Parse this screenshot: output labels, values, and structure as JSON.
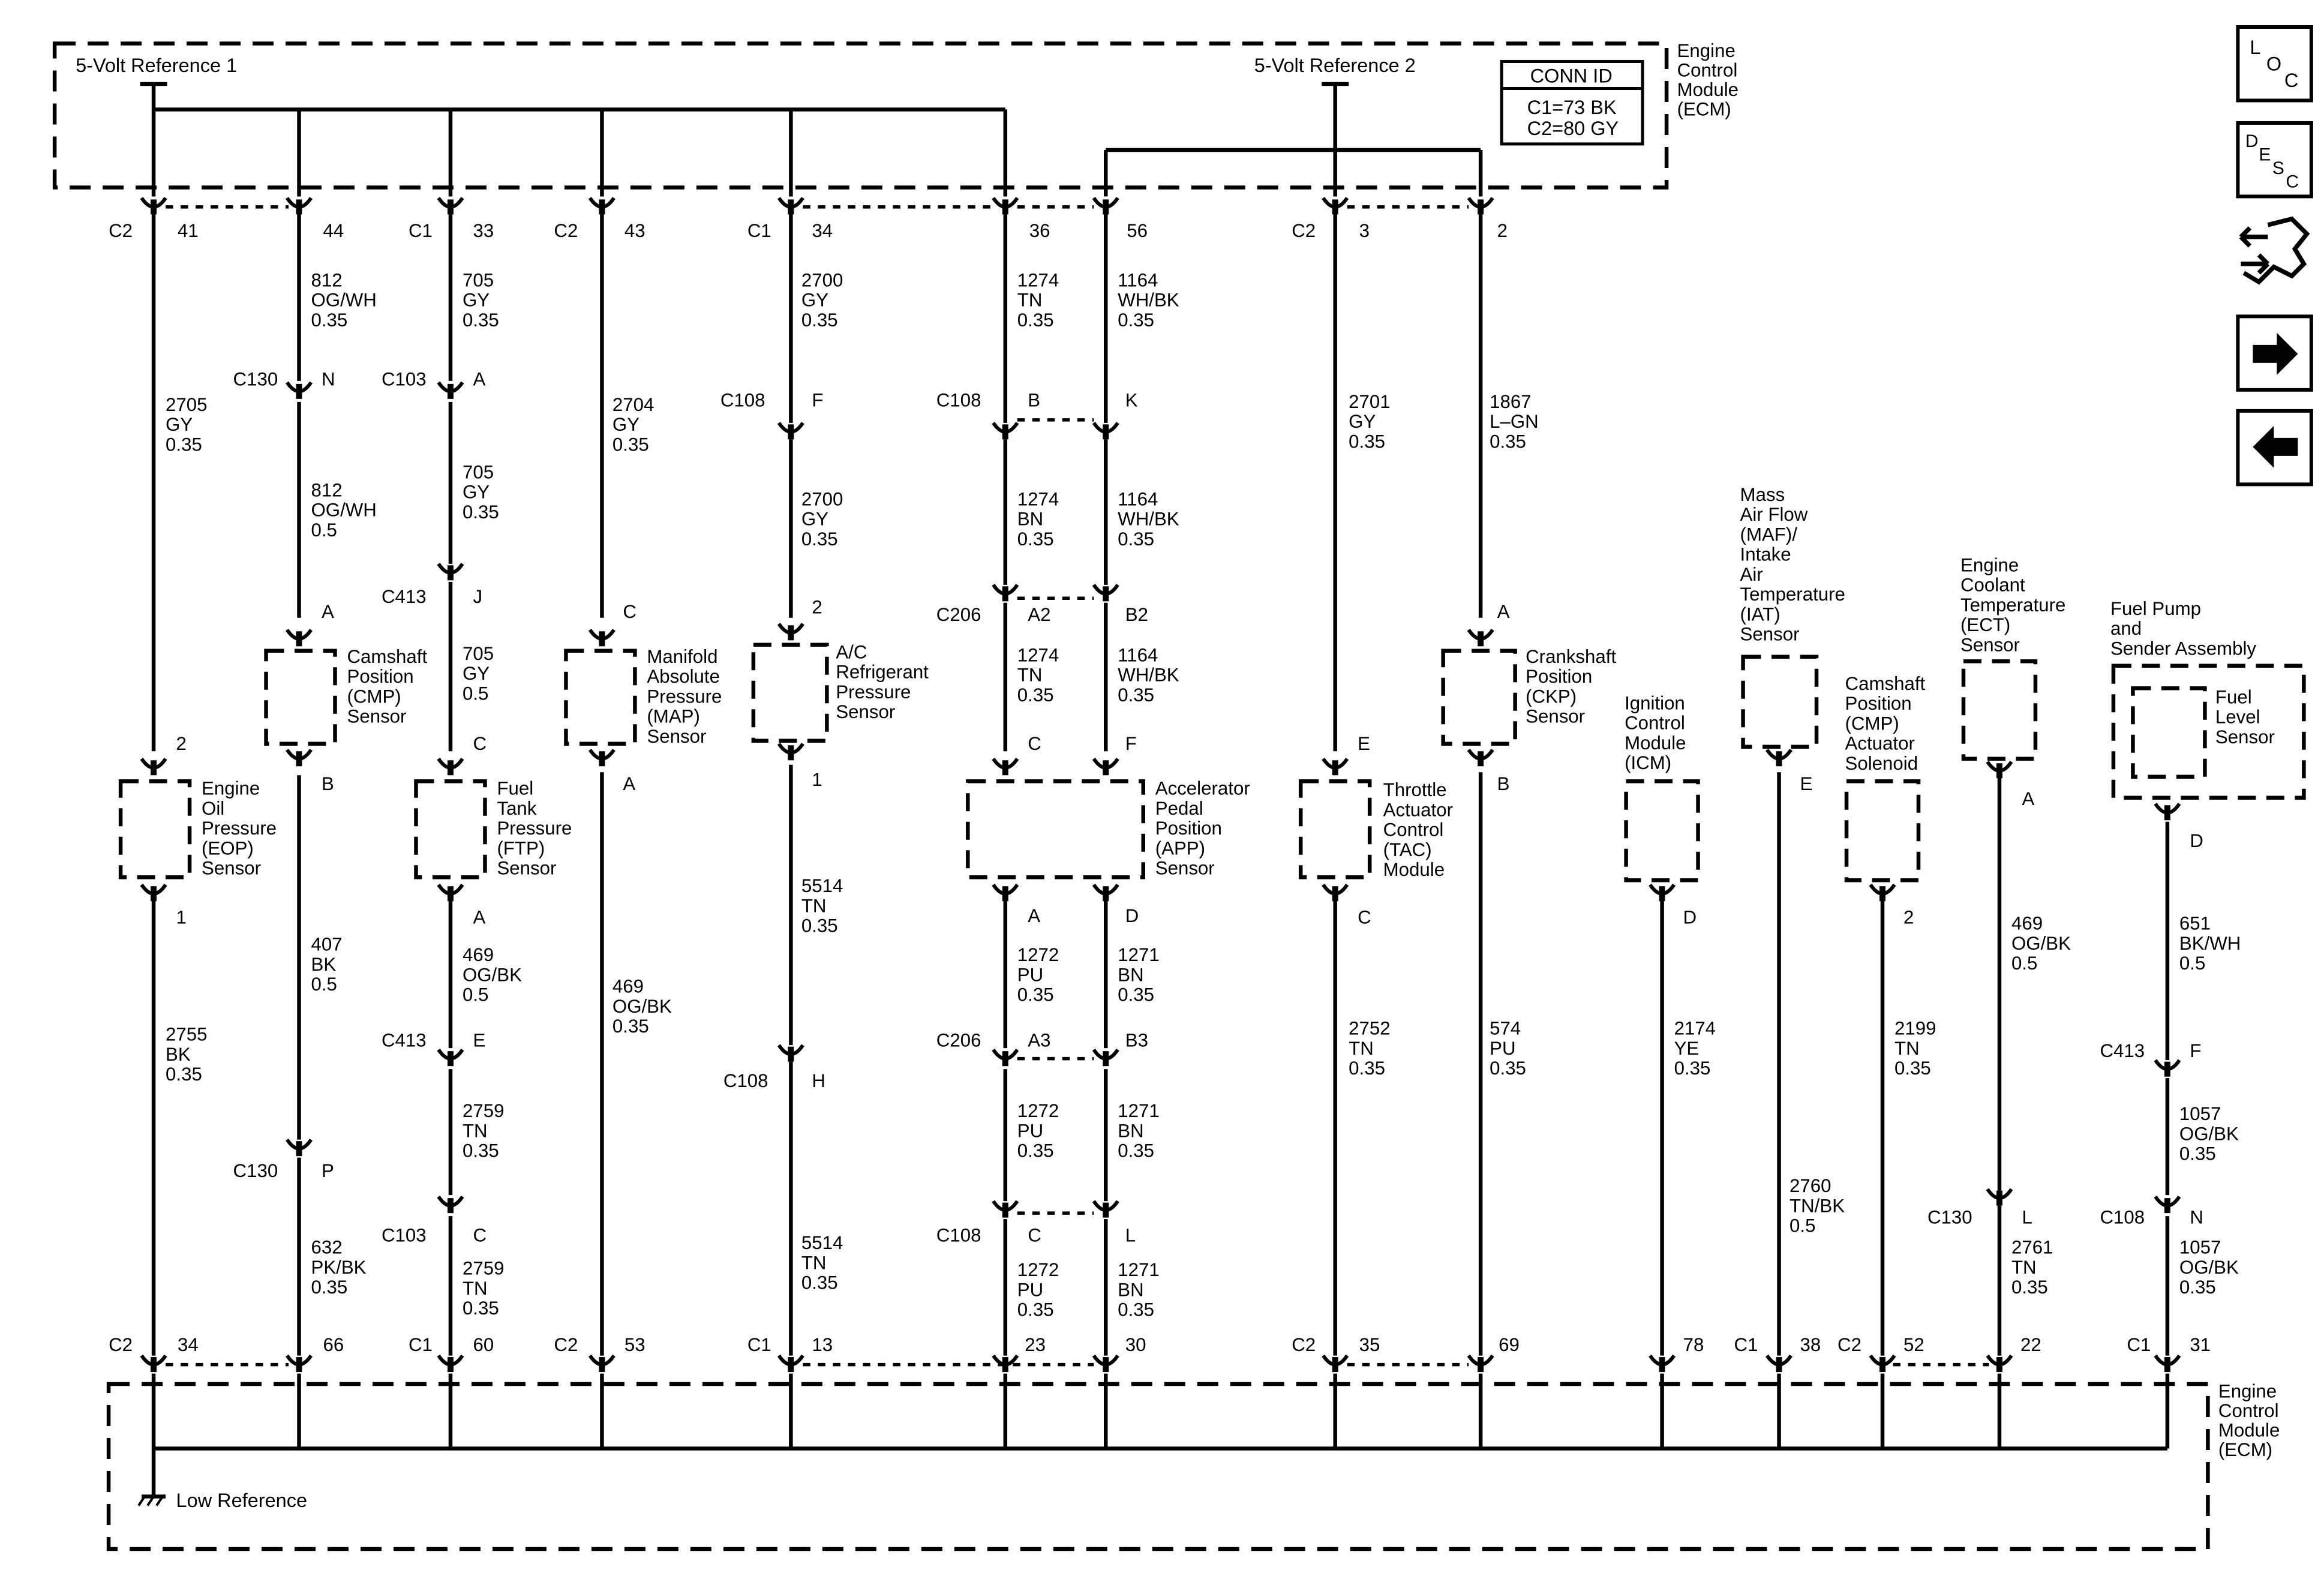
{
  "top_refs": {
    "ref1": "5-Volt Reference 1",
    "ref2": "5-Volt Reference 2"
  },
  "ecm_label": [
    "Engine",
    "Control",
    "Module",
    "(ECM)"
  ],
  "conn_id": {
    "title": "CONN ID",
    "c1": "C1=73 BK",
    "c2": "C2=80 GY"
  },
  "low_ref": "Low Reference",
  "nav_icons": [
    {
      "name": "loc-icon",
      "letters": [
        "L",
        "O",
        "C"
      ]
    },
    {
      "name": "desc-icon",
      "letters": [
        "D",
        "E",
        "S",
        "C"
      ]
    },
    {
      "name": "repair-icon"
    },
    {
      "name": "next-arrow-icon"
    },
    {
      "name": "previous-arrow-icon"
    }
  ],
  "components": [
    {
      "id": "eop",
      "lines": [
        "Engine",
        "Oil",
        "Pressure",
        "(EOP)",
        "Sensor"
      ]
    },
    {
      "id": "cmp",
      "lines": [
        "Camshaft",
        "Position",
        "(CMP)",
        "Sensor"
      ]
    },
    {
      "id": "ftp",
      "lines": [
        "Fuel",
        "Tank",
        "Pressure",
        "(FTP)",
        "Sensor"
      ]
    },
    {
      "id": "map",
      "lines": [
        "Manifold",
        "Absolute",
        "Pressure",
        "(MAP)",
        "Sensor"
      ]
    },
    {
      "id": "ac",
      "lines": [
        "A/C",
        "Refrigerant",
        "Pressure",
        "Sensor"
      ]
    },
    {
      "id": "app",
      "lines": [
        "Accelerator",
        "Pedal",
        "Position",
        "(APP)",
        "Sensor"
      ]
    },
    {
      "id": "tac",
      "lines": [
        "Throttle",
        "Actuator",
        "Control",
        "(TAC)",
        "Module"
      ]
    },
    {
      "id": "ckp",
      "lines": [
        "Crankshaft",
        "Position",
        "(CKP)",
        "Sensor"
      ]
    },
    {
      "id": "icm",
      "lines": [
        "Ignition",
        "Control",
        "Module",
        "(ICM)"
      ]
    },
    {
      "id": "maf",
      "lines": [
        "Mass",
        "Air Flow",
        "(MAF)/",
        "Intake",
        "Air",
        "Temperature",
        "(IAT)",
        "Sensor"
      ]
    },
    {
      "id": "cmpa",
      "lines": [
        "Camshaft",
        "Position",
        "(CMP)",
        "Actuator",
        "Solenoid"
      ]
    },
    {
      "id": "ect",
      "lines": [
        "Engine",
        "Coolant",
        "Temperature",
        "(ECT)",
        "Sensor"
      ]
    },
    {
      "id": "fuel",
      "lines": [
        "Fuel Pump",
        "and",
        "Sender Assembly"
      ]
    },
    {
      "id": "fls",
      "lines": [
        "Fuel",
        "Level",
        "Sensor"
      ]
    }
  ],
  "wire_labels": [
    {
      "id": "w1",
      "lines": [
        "2705",
        "GY",
        "0.35"
      ]
    },
    {
      "id": "w2",
      "lines": [
        "2755",
        "BK",
        "0.35"
      ]
    },
    {
      "id": "w3",
      "lines": [
        "812",
        "OG/WH",
        "0.35"
      ]
    },
    {
      "id": "w4",
      "lines": [
        "812",
        "OG/WH",
        "0.5"
      ]
    },
    {
      "id": "w5",
      "lines": [
        "407",
        "BK",
        "0.5"
      ]
    },
    {
      "id": "w6",
      "lines": [
        "632",
        "PK/BK",
        "0.35"
      ]
    },
    {
      "id": "w7",
      "lines": [
        "705",
        "GY",
        "0.35"
      ]
    },
    {
      "id": "w8",
      "lines": [
        "705",
        "GY",
        "0.35"
      ]
    },
    {
      "id": "w9",
      "lines": [
        "705",
        "GY",
        "0.5"
      ]
    },
    {
      "id": "w10",
      "lines": [
        "469",
        "OG/BK",
        "0.5"
      ]
    },
    {
      "id": "w11",
      "lines": [
        "2759",
        "TN",
        "0.35"
      ]
    },
    {
      "id": "w12",
      "lines": [
        "2759",
        "TN",
        "0.35"
      ]
    },
    {
      "id": "w13",
      "lines": [
        "2704",
        "GY",
        "0.35"
      ]
    },
    {
      "id": "w14",
      "lines": [
        "469",
        "OG/BK",
        "0.35"
      ]
    },
    {
      "id": "w15",
      "lines": [
        "2700",
        "GY",
        "0.35"
      ]
    },
    {
      "id": "w16",
      "lines": [
        "2700",
        "GY",
        "0.35"
      ]
    },
    {
      "id": "w17",
      "lines": [
        "5514",
        "TN",
        "0.35"
      ]
    },
    {
      "id": "w18",
      "lines": [
        "5514",
        "TN",
        "0.35"
      ]
    },
    {
      "id": "w19",
      "lines": [
        "1274",
        "TN",
        "0.35"
      ]
    },
    {
      "id": "w20",
      "lines": [
        "1274",
        "BN",
        "0.35"
      ]
    },
    {
      "id": "w21",
      "lines": [
        "1274",
        "TN",
        "0.35"
      ]
    },
    {
      "id": "w22",
      "lines": [
        "1272",
        "PU",
        "0.35"
      ]
    },
    {
      "id": "w23",
      "lines": [
        "1272",
        "PU",
        "0.35"
      ]
    },
    {
      "id": "w24",
      "lines": [
        "1272",
        "PU",
        "0.35"
      ]
    },
    {
      "id": "w25",
      "lines": [
        "1164",
        "WH/BK",
        "0.35"
      ]
    },
    {
      "id": "w26",
      "lines": [
        "1164",
        "WH/BK",
        "0.35"
      ]
    },
    {
      "id": "w27",
      "lines": [
        "1164",
        "WH/BK",
        "0.35"
      ]
    },
    {
      "id": "w28",
      "lines": [
        "1271",
        "BN",
        "0.35"
      ]
    },
    {
      "id": "w29",
      "lines": [
        "1271",
        "BN",
        "0.35"
      ]
    },
    {
      "id": "w30",
      "lines": [
        "1271",
        "BN",
        "0.35"
      ]
    },
    {
      "id": "w31",
      "lines": [
        "2701",
        "GY",
        "0.35"
      ]
    },
    {
      "id": "w32",
      "lines": [
        "2752",
        "TN",
        "0.35"
      ]
    },
    {
      "id": "w33",
      "lines": [
        "1867",
        "L–GN",
        "0.35"
      ]
    },
    {
      "id": "w34",
      "lines": [
        "574",
        "PU",
        "0.35"
      ]
    },
    {
      "id": "w35",
      "lines": [
        "2174",
        "YE",
        "0.35"
      ]
    },
    {
      "id": "w36",
      "lines": [
        "2760",
        "TN/BK",
        "0.5"
      ]
    },
    {
      "id": "w37",
      "lines": [
        "2199",
        "TN",
        "0.35"
      ]
    },
    {
      "id": "w38",
      "lines": [
        "469",
        "OG/BK",
        "0.5"
      ]
    },
    {
      "id": "w39",
      "lines": [
        "2761",
        "TN",
        "0.35"
      ]
    },
    {
      "id": "w40",
      "lines": [
        "651",
        "BK/WH",
        "0.5"
      ]
    },
    {
      "id": "w41",
      "lines": [
        "1057",
        "OG/BK",
        "0.35"
      ]
    },
    {
      "id": "w42",
      "lines": [
        "1057",
        "OG/BK",
        "0.35"
      ]
    }
  ],
  "labels": [
    {
      "id": "t1",
      "text": "C2"
    },
    {
      "id": "t2",
      "text": "41"
    },
    {
      "id": "t3",
      "text": "44"
    },
    {
      "id": "t4",
      "text": "C1"
    },
    {
      "id": "t5",
      "text": "33"
    },
    {
      "id": "t6",
      "text": "C2"
    },
    {
      "id": "t7",
      "text": "43"
    },
    {
      "id": "t8",
      "text": "C1"
    },
    {
      "id": "t9",
      "text": "34"
    },
    {
      "id": "t10",
      "text": "36"
    },
    {
      "id": "t11",
      "text": "56"
    },
    {
      "id": "t12",
      "text": "C2"
    },
    {
      "id": "t13",
      "text": "3"
    },
    {
      "id": "t14",
      "text": "2"
    },
    {
      "id": "t15",
      "text": "C130"
    },
    {
      "id": "t16",
      "text": "N"
    },
    {
      "id": "t17",
      "text": "C103"
    },
    {
      "id": "t18",
      "text": "A"
    },
    {
      "id": "t19",
      "text": "C108"
    },
    {
      "id": "t20",
      "text": "F"
    },
    {
      "id": "t21",
      "text": "C108"
    },
    {
      "id": "t22",
      "text": "B"
    },
    {
      "id": "t23",
      "text": "K"
    },
    {
      "id": "t24",
      "text": "C413"
    },
    {
      "id": "t25",
      "text": "J"
    },
    {
      "id": "t26",
      "text": "A"
    },
    {
      "id": "t27",
      "text": "C"
    },
    {
      "id": "t28",
      "text": "2"
    },
    {
      "id": "t29",
      "text": "C206"
    },
    {
      "id": "t30",
      "text": "A2"
    },
    {
      "id": "t31",
      "text": "B2"
    },
    {
      "id": "t32",
      "text": "A"
    },
    {
      "id": "t33",
      "text": "2"
    },
    {
      "id": "t34",
      "text": "B"
    },
    {
      "id": "t35",
      "text": "C"
    },
    {
      "id": "t36",
      "text": "A"
    },
    {
      "id": "t37",
      "text": "1"
    },
    {
      "id": "t38",
      "text": "C"
    },
    {
      "id": "t39",
      "text": "F"
    },
    {
      "id": "t40",
      "text": "E"
    },
    {
      "id": "t41",
      "text": "B"
    },
    {
      "id": "t42",
      "text": "E"
    },
    {
      "id": "t43",
      "text": "A"
    },
    {
      "id": "t44",
      "text": "1"
    },
    {
      "id": "t45",
      "text": "A"
    },
    {
      "id": "t46",
      "text": "A"
    },
    {
      "id": "t47",
      "text": "D"
    },
    {
      "id": "t48",
      "text": "C"
    },
    {
      "id": "t49",
      "text": "D"
    },
    {
      "id": "t50",
      "text": "2"
    },
    {
      "id": "t51",
      "text": "D"
    },
    {
      "id": "t52",
      "text": "C413"
    },
    {
      "id": "t53",
      "text": "E"
    },
    {
      "id": "t54",
      "text": "C206"
    },
    {
      "id": "t55",
      "text": "A3"
    },
    {
      "id": "t56",
      "text": "B3"
    },
    {
      "id": "t57",
      "text": "C413"
    },
    {
      "id": "t58",
      "text": "F"
    },
    {
      "id": "t59",
      "text": "C108"
    },
    {
      "id": "t60",
      "text": "H"
    },
    {
      "id": "t61",
      "text": "C130"
    },
    {
      "id": "t62",
      "text": "P"
    },
    {
      "id": "t63",
      "text": "C130"
    },
    {
      "id": "t64",
      "text": "L"
    },
    {
      "id": "t65",
      "text": "C103"
    },
    {
      "id": "t66",
      "text": "C"
    },
    {
      "id": "t67",
      "text": "C108"
    },
    {
      "id": "t68",
      "text": "C"
    },
    {
      "id": "t69",
      "text": "L"
    },
    {
      "id": "t70",
      "text": "C108"
    },
    {
      "id": "t71",
      "text": "N"
    },
    {
      "id": "t72",
      "text": "C2"
    },
    {
      "id": "t73",
      "text": "34"
    },
    {
      "id": "t74",
      "text": "66"
    },
    {
      "id": "t75",
      "text": "C1"
    },
    {
      "id": "t76",
      "text": "60"
    },
    {
      "id": "t77",
      "text": "C2"
    },
    {
      "id": "t78",
      "text": "53"
    },
    {
      "id": "t79",
      "text": "C1"
    },
    {
      "id": "t80",
      "text": "13"
    },
    {
      "id": "t81",
      "text": "23"
    },
    {
      "id": "t82",
      "text": "30"
    },
    {
      "id": "t83",
      "text": "C2"
    },
    {
      "id": "t84",
      "text": "35"
    },
    {
      "id": "t85",
      "text": "69"
    },
    {
      "id": "t86",
      "text": "78"
    },
    {
      "id": "t87",
      "text": "C1"
    },
    {
      "id": "t88",
      "text": "38"
    },
    {
      "id": "t89",
      "text": "C2"
    },
    {
      "id": "t90",
      "text": "52"
    },
    {
      "id": "t91",
      "text": "22"
    },
    {
      "id": "t92",
      "text": "C1"
    },
    {
      "id": "t93",
      "text": "31"
    }
  ]
}
